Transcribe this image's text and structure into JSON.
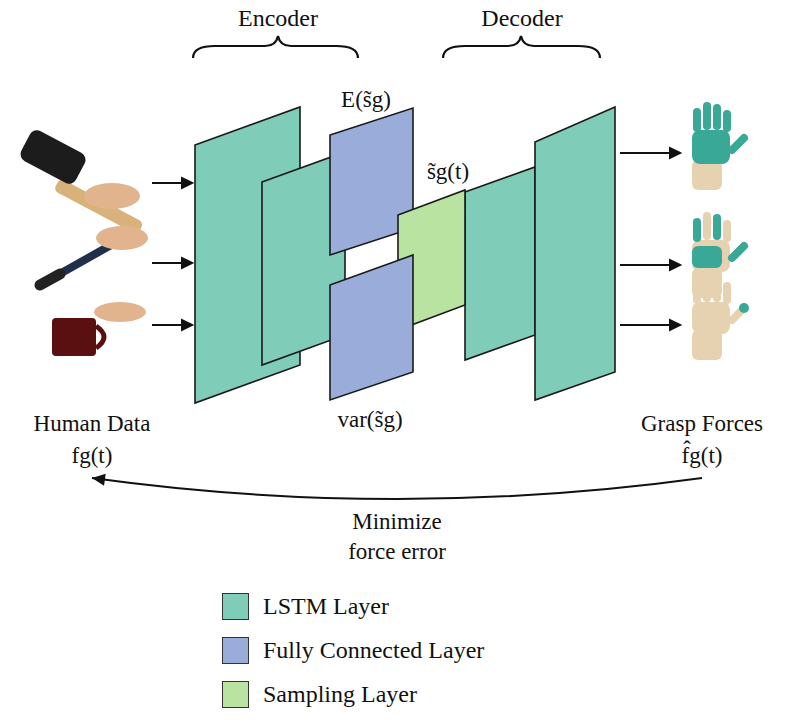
{
  "diagram": {
    "nodes": [
      {
        "text": [
          "Human Data",
          "fg(t)"
        ]
      },
      {
        "text": [
          "E(s̃g)"
        ]
      },
      {
        "text": [
          "s̃g(t)"
        ]
      },
      {
        "text": [
          "var(s̃g)"
        ]
      },
      {
        "text": [
          "Grasp Forces",
          "f̂g(t)"
        ]
      }
    ],
    "edges": [
      {
        "from": 4,
        "to": 0,
        "arrow": "to",
        "label": "Minimize force error"
      }
    ],
    "labels": [
      "Encoder",
      "Decoder"
    ],
    "legend": [
      {
        "text": "LSTM Layer",
        "color": "#7fcdb9"
      },
      {
        "text": "Fully Connected Layer",
        "color": "#9aadda"
      },
      {
        "text": "Sampling Layer",
        "color": "#b8e3a0"
      }
    ]
  }
}
